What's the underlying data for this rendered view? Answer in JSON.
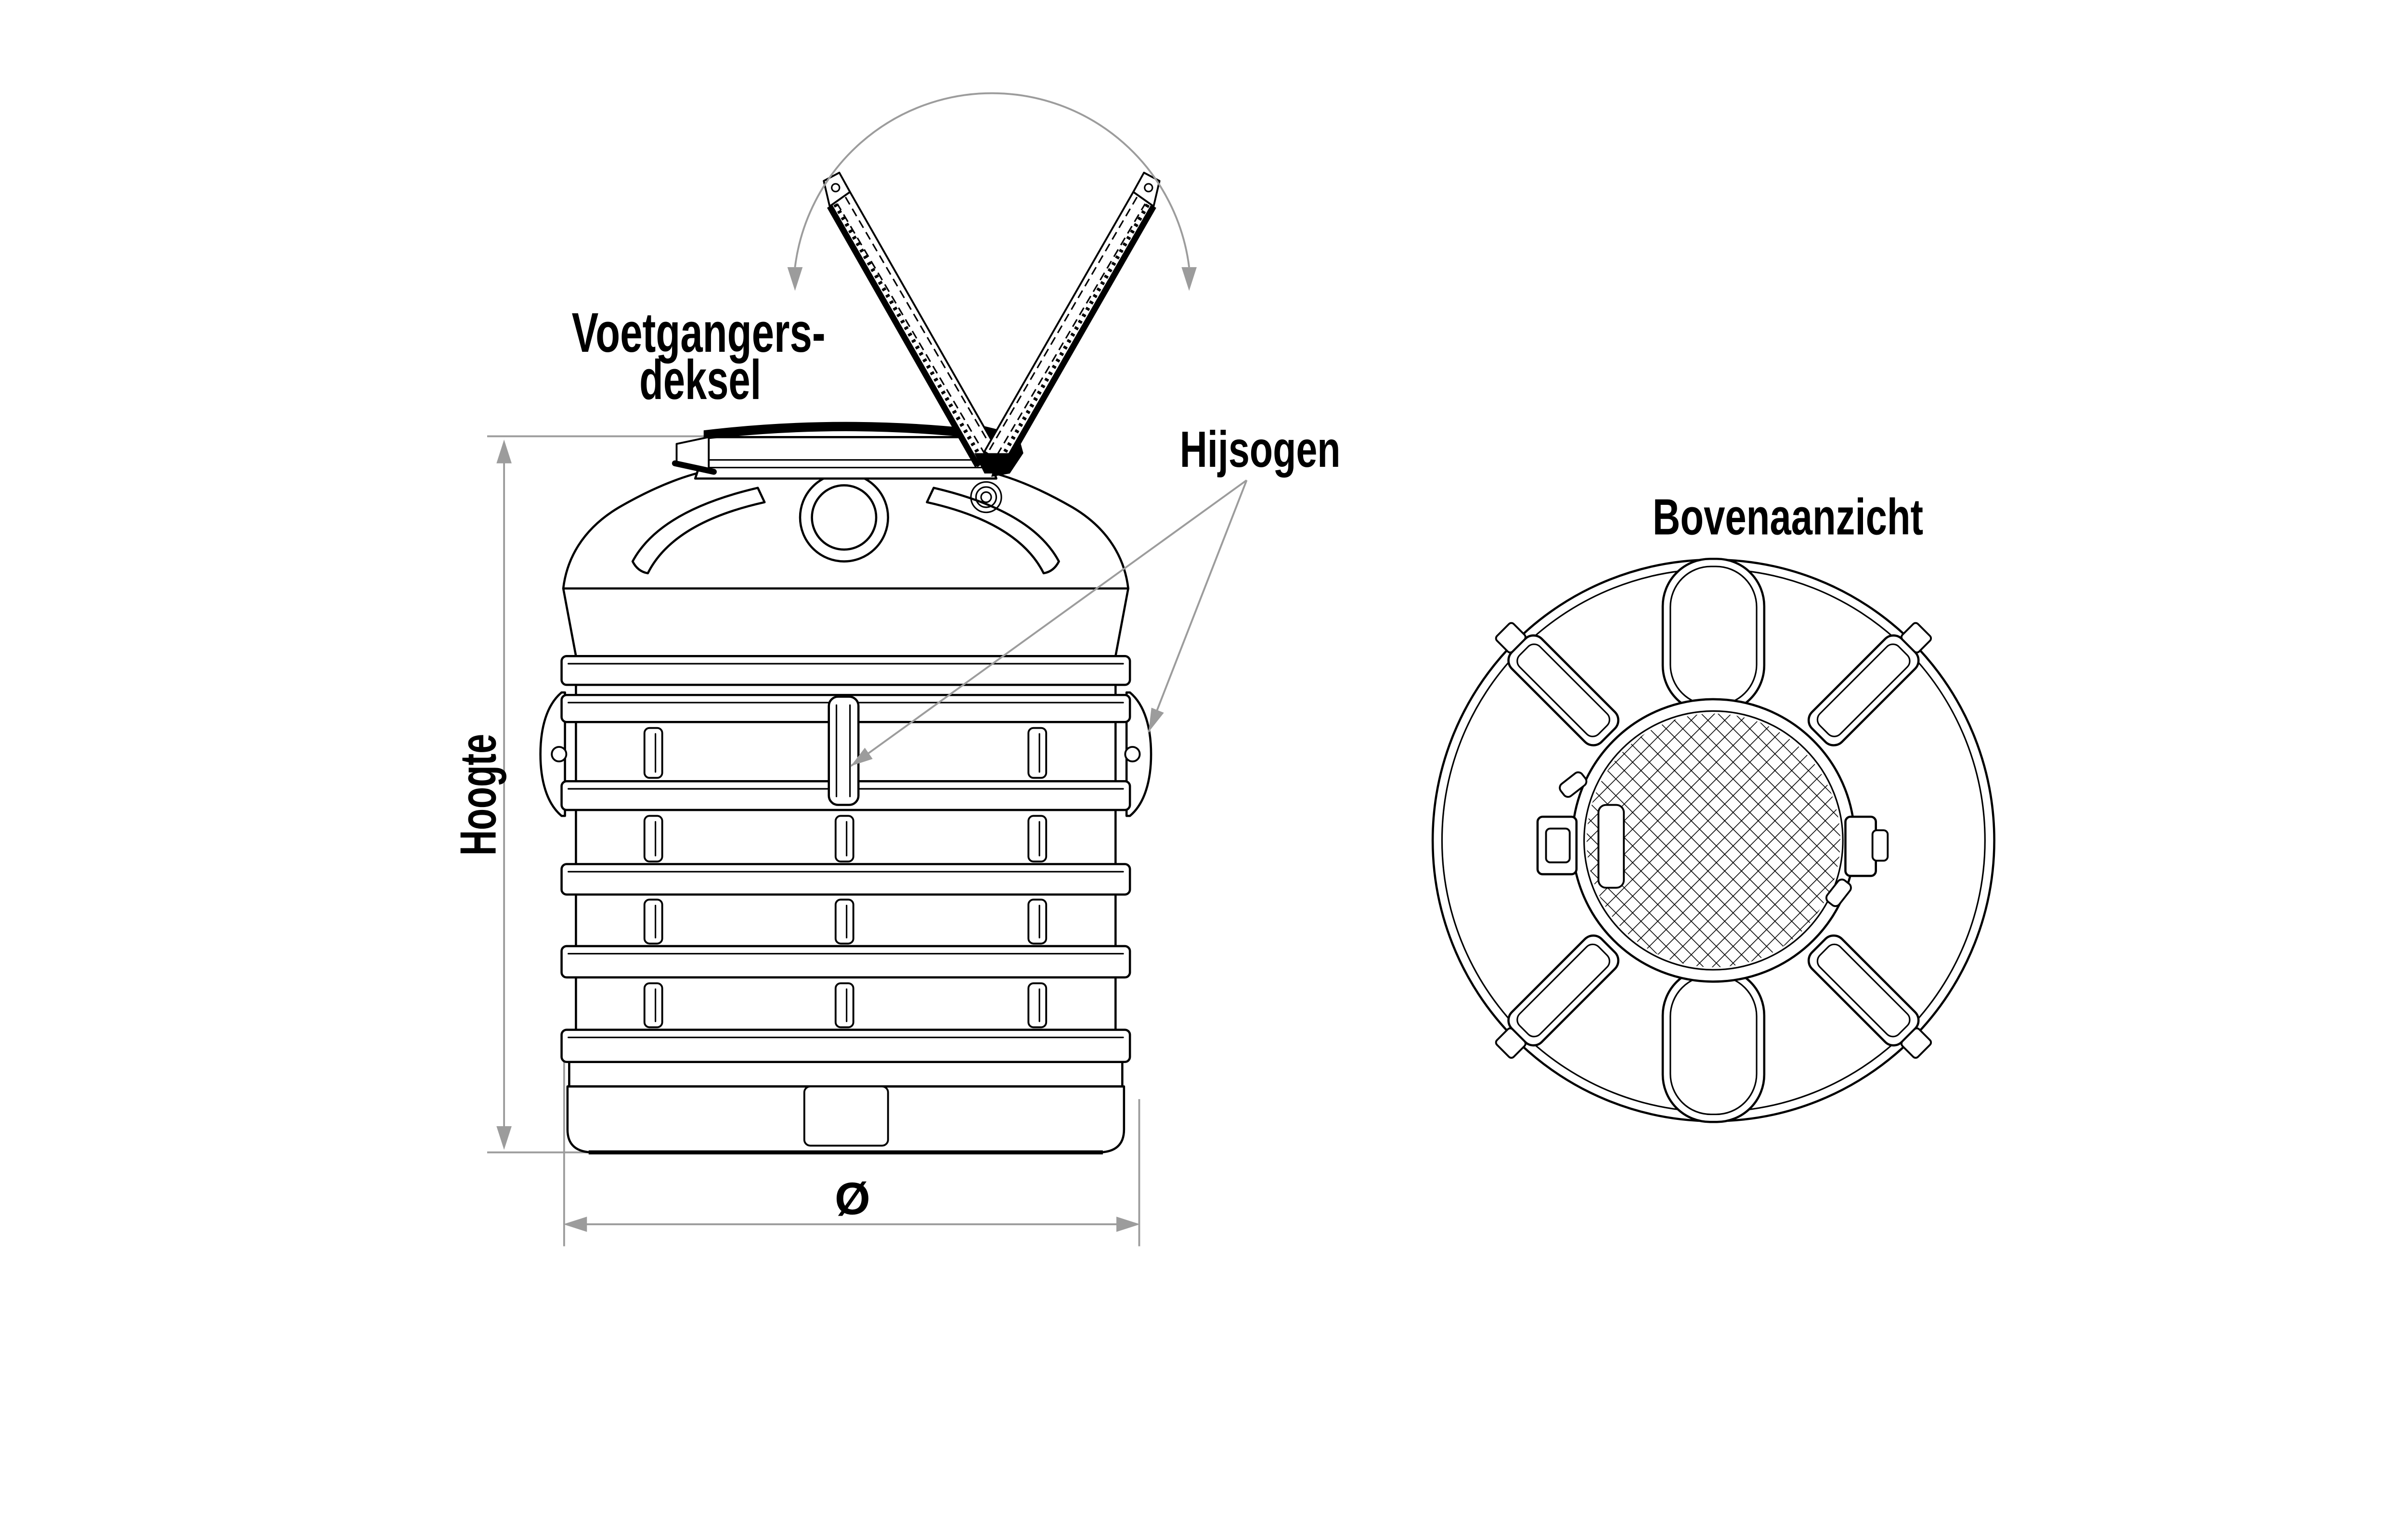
{
  "page": {
    "background_color": "#ffffff",
    "drawing_color": "#000000",
    "dimension_color": "#9c9c9c"
  },
  "front_view": {
    "lid_label_line1": "Voetgangers-",
    "lid_label_line2": "deksel",
    "lifting_eyes_label": "Hijsogen",
    "height_label": "Hoogte",
    "diameter_label": "Ø"
  },
  "top_view": {
    "title": "Bovenaanzicht"
  }
}
